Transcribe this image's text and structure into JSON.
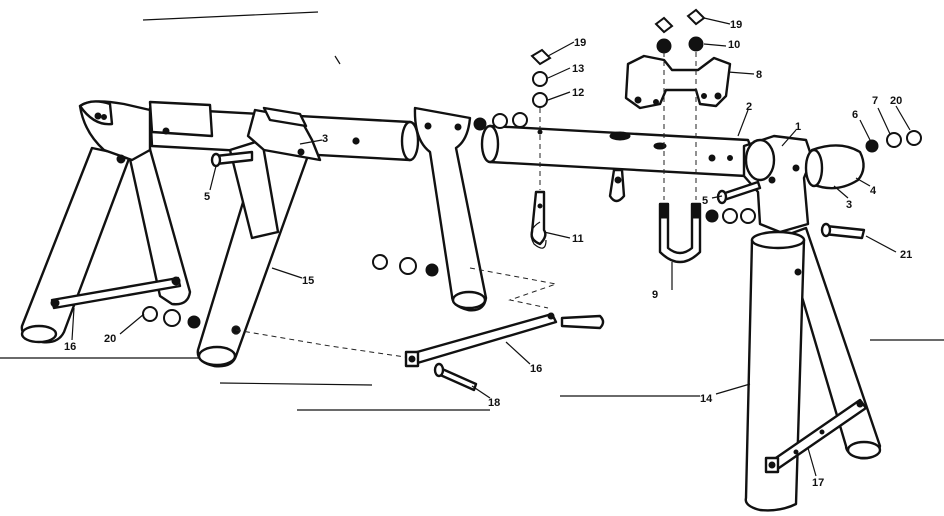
{
  "callouts": [
    {
      "id": "c1",
      "label": "1"
    },
    {
      "id": "c2",
      "label": "2"
    },
    {
      "id": "c3a",
      "label": "3"
    },
    {
      "id": "c3b",
      "label": "3"
    },
    {
      "id": "c4",
      "label": "4"
    },
    {
      "id": "c5a",
      "label": "5"
    },
    {
      "id": "c5b",
      "label": "5"
    },
    {
      "id": "c6",
      "label": "6"
    },
    {
      "id": "c7",
      "label": "7"
    },
    {
      "id": "c8",
      "label": "8"
    },
    {
      "id": "c9",
      "label": "9"
    },
    {
      "id": "c10",
      "label": "10"
    },
    {
      "id": "c11",
      "label": "11"
    },
    {
      "id": "c12",
      "label": "12"
    },
    {
      "id": "c13",
      "label": "13"
    },
    {
      "id": "c14",
      "label": "14"
    },
    {
      "id": "c15",
      "label": "15"
    },
    {
      "id": "c16a",
      "label": "16"
    },
    {
      "id": "c16b",
      "label": "16"
    },
    {
      "id": "c17",
      "label": "17"
    },
    {
      "id": "c18",
      "label": "18"
    },
    {
      "id": "c19",
      "label": "19"
    },
    {
      "id": "c19b",
      "label": "19"
    },
    {
      "id": "c20a",
      "label": "20"
    },
    {
      "id": "c20b",
      "label": "20"
    },
    {
      "id": "c21",
      "label": "21"
    }
  ]
}
